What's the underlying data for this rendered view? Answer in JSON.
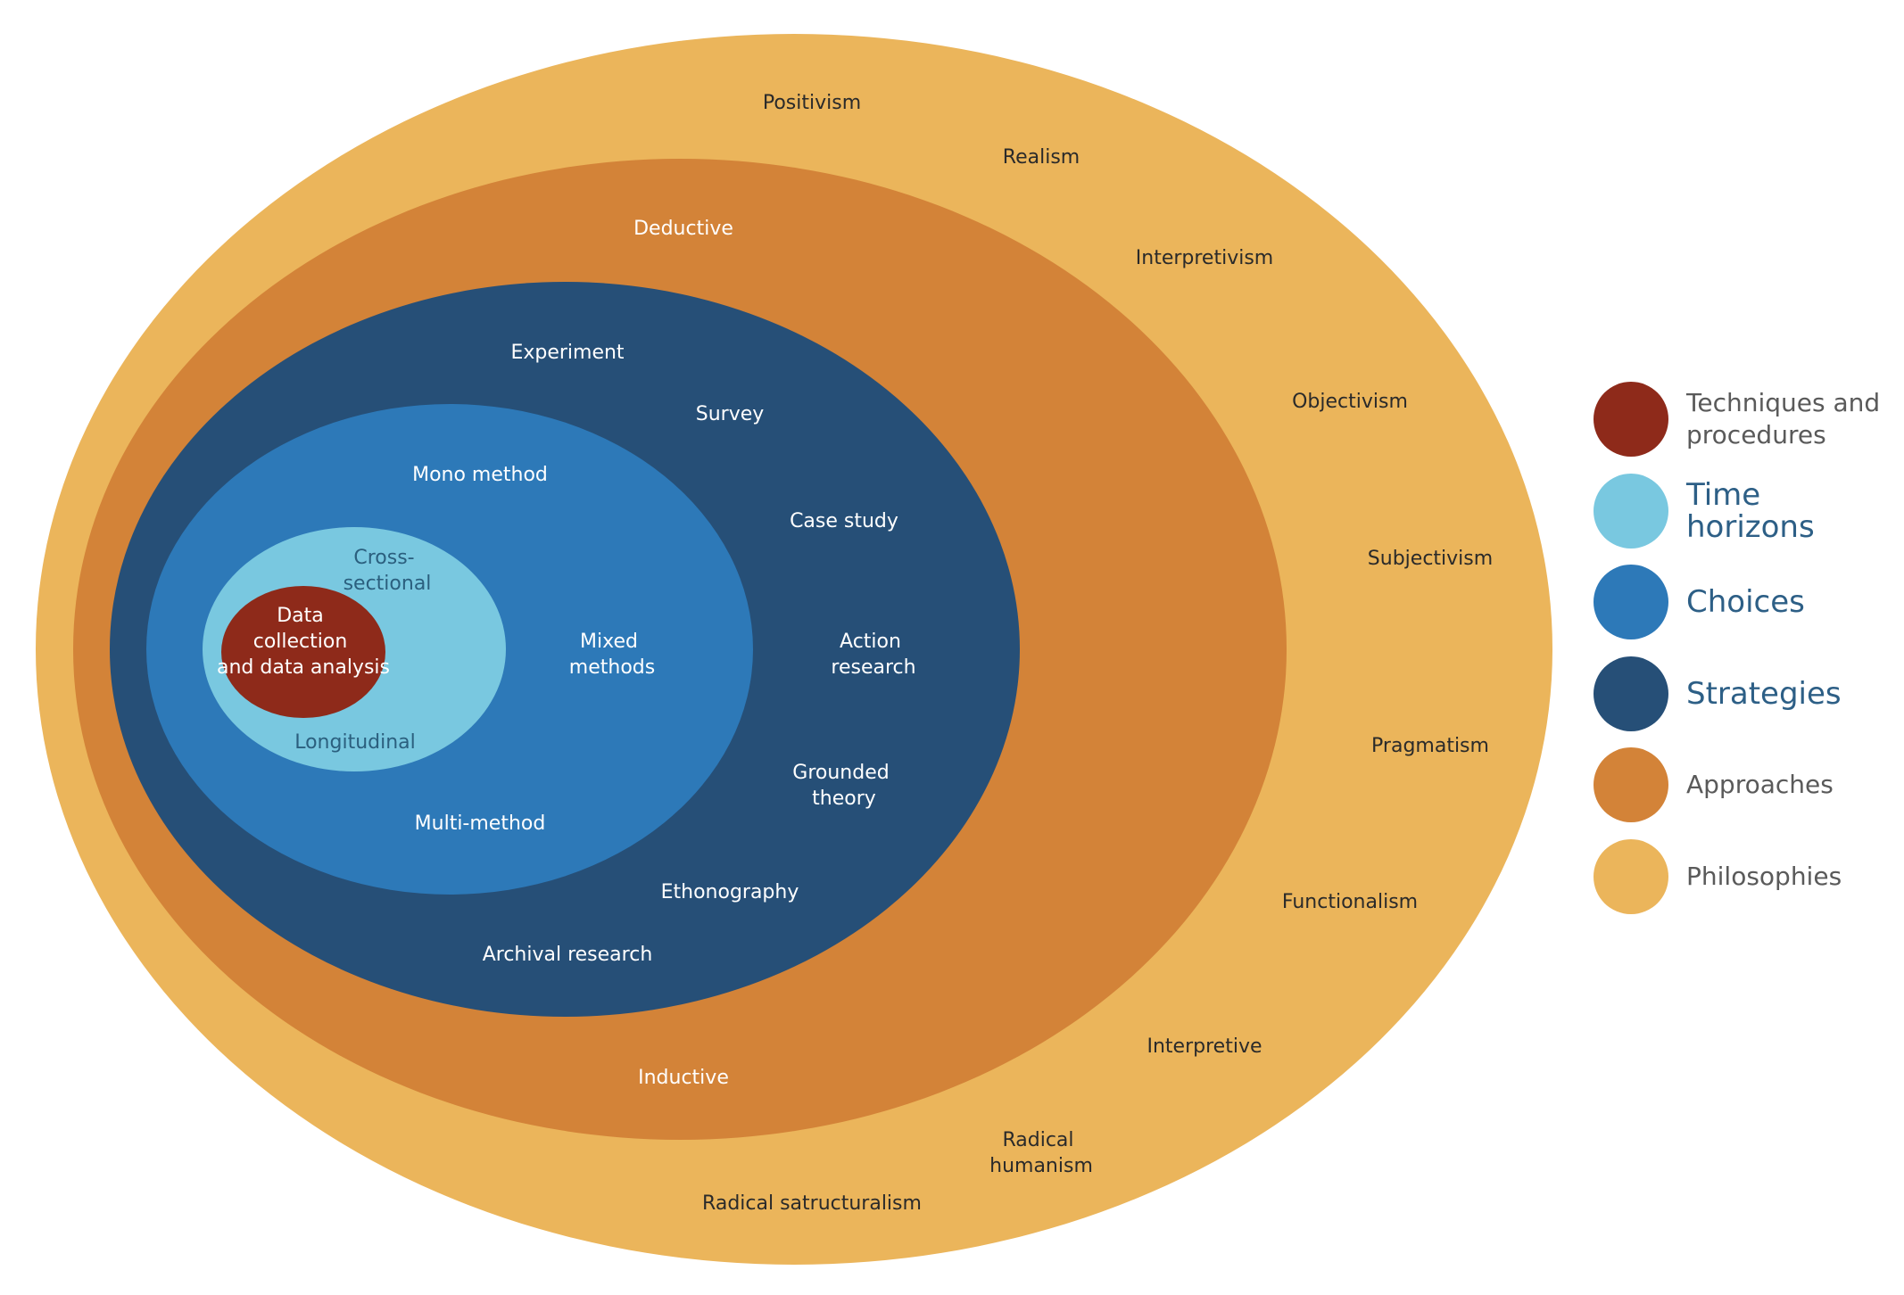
{
  "layers": [
    {
      "id": "philosophies",
      "name": "Philosophies",
      "color": "#EBB55B",
      "items": [
        "Positivism",
        "Realism",
        "Interpretivism",
        "Objectivism",
        "Subjectivism",
        "Pragmatism",
        "Functionalism",
        "Interpretive",
        "Radical humanism",
        "Radical satructuralism"
      ]
    },
    {
      "id": "approaches",
      "name": "Approaches",
      "color": "#D38338",
      "items": [
        "Deductive",
        "Inductive"
      ]
    },
    {
      "id": "strategies",
      "name": "Strategies",
      "color": "#264F77",
      "items": [
        "Experiment",
        "Survey",
        "Case study",
        "Action research",
        "Grounded theory",
        "Ethonography",
        "Archival research"
      ]
    },
    {
      "id": "choices",
      "name": "Choices",
      "color": "#2D79B8",
      "items": [
        "Mono method",
        "Mixed methods",
        "Multi-method"
      ]
    },
    {
      "id": "time_horizons",
      "name": "Time horizons",
      "color": "#79C8E0",
      "items": [
        "Cross-sectional",
        "Longitudinal"
      ]
    },
    {
      "id": "techniques",
      "name": "Techniques and procedures",
      "color": "#8E2A1A",
      "items": [
        "Data collection and data analysis"
      ]
    }
  ],
  "legend": [
    {
      "label": "Techniques and procedures",
      "color": "#8E2A1A",
      "style": "small"
    },
    {
      "label": "Time horizons",
      "color": "#79C8E0",
      "style": "big"
    },
    {
      "label": "Choices",
      "color": "#2D79B8",
      "style": "big"
    },
    {
      "label": "Strategies",
      "color": "#264F77",
      "style": "big"
    },
    {
      "label": "Approaches",
      "color": "#D38338",
      "style": "small"
    },
    {
      "label": "Philosophies",
      "color": "#EBB55B",
      "style": "small"
    }
  ]
}
